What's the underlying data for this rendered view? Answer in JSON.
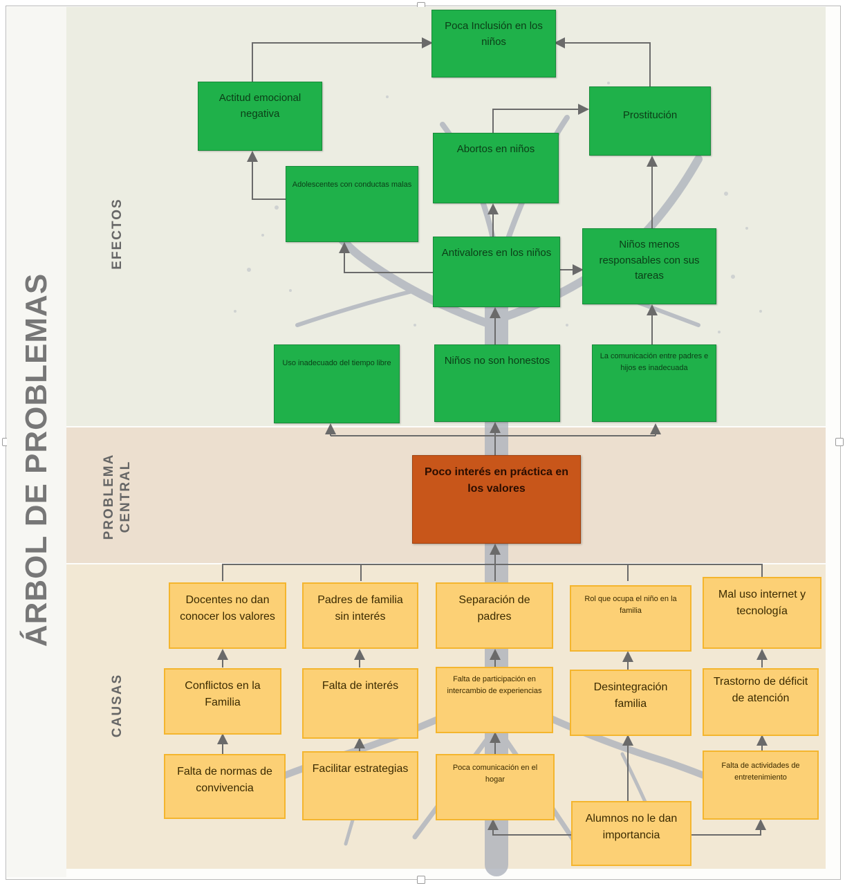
{
  "title": "ÁRBOL DE PROBLEMAS",
  "sections": {
    "effects": "EFECTOS",
    "central": [
      "PROBLEMA",
      "CENTRAL"
    ],
    "causes": "CAUSAS"
  },
  "effects": {
    "poca_inclusion": "Poca Inclusión en los niños",
    "actitud": "Actitud emocional negativa",
    "prostitucion": "Prostitución",
    "abortos": "Abortos en niños",
    "adolescentes": "Adolescentes con conductas malas",
    "antivalores": "Antivalores en los niños",
    "ninos_menos": "Niños menos responsables con sus tareas",
    "uso_inadecuado": "Uso inadecuado del tiempo libre",
    "no_honestos": "Niños no son honestos",
    "comunicacion": "La comunicación entre padres e hijos es inadecuada"
  },
  "central_problem": "Poco interés en práctica en los valores",
  "causes": {
    "docentes": "Docentes no dan conocer los valores",
    "padres_familia": "Padres de familia sin interés",
    "separacion": "Separación de padres",
    "rol": "Rol que ocupa el niño en la familia",
    "mal_uso": "Mal uso internet y tecnología",
    "conflictos": "Conflictos en la Familia",
    "falta_interes": "Falta de interés",
    "falta_participacion": "Falta de participación en intercambio de experiencias",
    "desintegracion": "Desintegración familia",
    "trastorno": "Trastorno de déficit de atención",
    "falta_normas": "Falta de normas de convivencia",
    "facilitar": "Facilitar estrategias",
    "poca_comunicacion": "Poca comunicación en el hogar",
    "falta_actividades": "Falta de actividades de entretenimiento",
    "alumnos": "Alumnos no le dan importancia"
  }
}
